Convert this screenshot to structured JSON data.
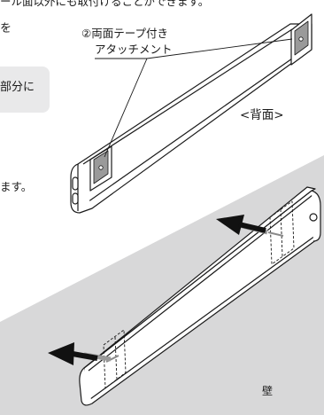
{
  "text": {
    "top_line": "ール面以外にも取付けることができます。",
    "left_fragment_o": "を",
    "note_fragment": "部分に",
    "left_fragment_masu": "ます。",
    "callout_line1": "②両面テープ付き",
    "callout_line2": "アタッチメント",
    "back_label": "<背面>",
    "wall_label": "壁"
  },
  "colors": {
    "wall": "#d8d8d9",
    "note_box": "#e9e9ea",
    "line": "#1a1a1a",
    "arrow": "#111111",
    "tape": "#9a9a9a"
  }
}
